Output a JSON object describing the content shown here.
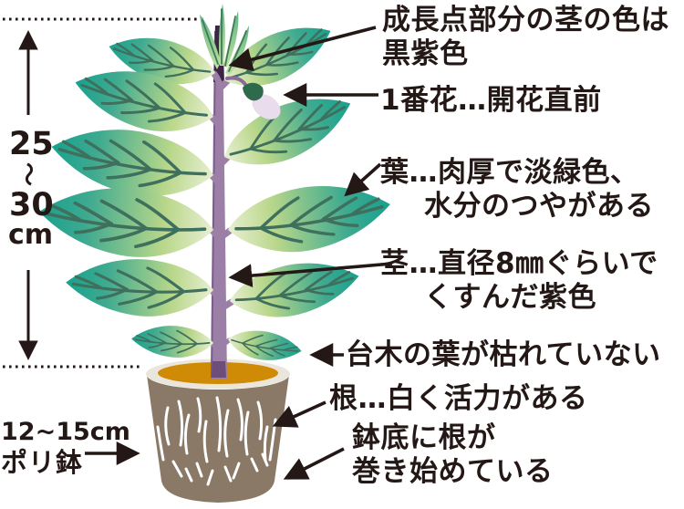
{
  "labels": {
    "height": {
      "value_top": "25",
      "tilde": "〜",
      "value_bottom": "30",
      "unit": "cm"
    },
    "pot": {
      "size": "12~15cm",
      "type": "ポリ鉢"
    }
  },
  "annotations": {
    "growing_point": {
      "line1": "成長点部分の茎の色は",
      "line2": "黒紫色"
    },
    "first_flower": {
      "line1": "1番花…開花直前"
    },
    "leaf": {
      "line1": "葉…肉厚で淡緑色、",
      "line2": "水分のつやがある"
    },
    "stem": {
      "line1": "茎…直径8㎜ぐらいで",
      "line2": "くすんだ紫色"
    },
    "rootstock": {
      "line1": "台木の葉が枯れていない"
    },
    "roots": {
      "line1": "根…白く活力がある"
    },
    "pot_bottom": {
      "line1": "鉢底に根が",
      "line2": "巻き始めている"
    }
  },
  "colors": {
    "ink": "#231815",
    "leaf_tip": "#17a18e",
    "leaf_base": "#cfe3a8",
    "leaf_vein": "#3f6f5d",
    "stem": "#9c7fa6",
    "stem_growing_point": "#3c2544",
    "stem_base": "#6d4d7a",
    "flower_bud": "#e9dcec",
    "flower_calyx": "#2e6b4c",
    "pot_body": "#8a7967",
    "pot_rim": "#eae6dc",
    "soil": "#cf8a06",
    "roots": "#ffffff"
  }
}
